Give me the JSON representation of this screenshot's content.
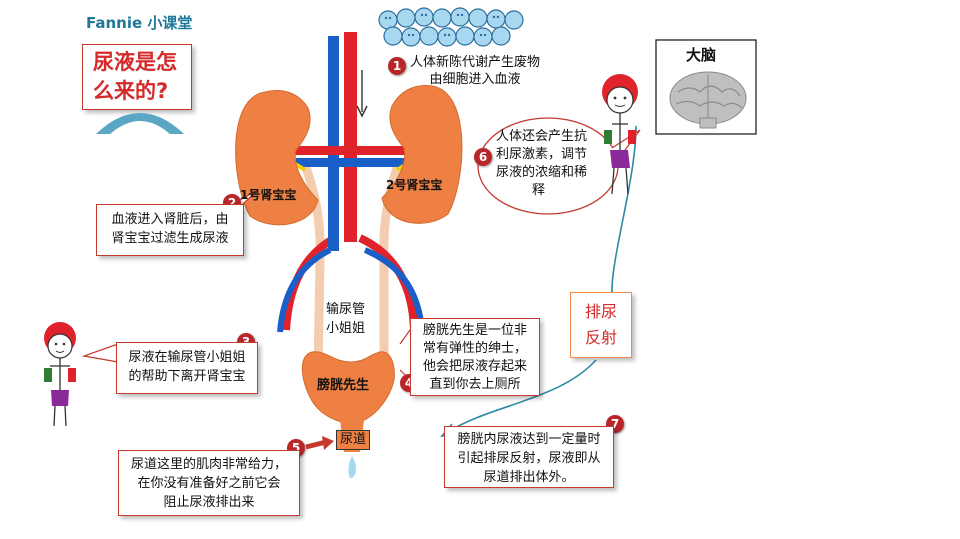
{
  "brand": "Fannie 小课堂",
  "title": [
    "尿液是怎",
    "么来的?"
  ],
  "organs": {
    "kidney_left": "1号肾宝宝",
    "kidney_right": "2号肾宝宝",
    "ureter": [
      "输尿管",
      "小姐姐"
    ],
    "bladder": "膀胱先生",
    "urethra": "尿道",
    "brain": "大脑"
  },
  "reflex_label": [
    "排尿",
    "反射"
  ],
  "steps": [
    {
      "num": "1",
      "lines": [
        "人体新陈代谢产生废物",
        "由细胞进入血液"
      ]
    },
    {
      "num": "2",
      "lines": [
        "血液进入肾脏后，由",
        "肾宝宝过滤生成尿液"
      ]
    },
    {
      "num": "3",
      "lines": [
        "尿液在输尿管小姐姐",
        "的帮助下离开肾宝宝"
      ]
    },
    {
      "num": "4",
      "lines": [
        "膀胱先生是一位非",
        "常有弹性的绅士，",
        "他会把尿液存起来",
        "直到你去上厕所"
      ]
    },
    {
      "num": "5",
      "lines": [
        "尿道这里的肌肉非常给力，",
        "在你没有准备好之前它会",
        "阻止尿液排出来"
      ]
    },
    {
      "num": "6",
      "lines": [
        "人体还会产生抗",
        "利尿激素，调节",
        "尿液的浓缩和稀",
        "释"
      ]
    },
    {
      "num": "7",
      "lines": [
        "膀胱内尿液达到一定量时",
        "引起排尿反射，尿液即从",
        "尿道排出体外。"
      ]
    }
  ],
  "colors": {
    "kidney": "#ee8044",
    "artery": "#e0232a",
    "vein": "#1a5fc8",
    "ureter": "#f4cdb0",
    "badge": "#b8262a",
    "title_red": "#d42a2a",
    "brand_teal": "#1e7896",
    "cell": "#a8d8f0"
  }
}
